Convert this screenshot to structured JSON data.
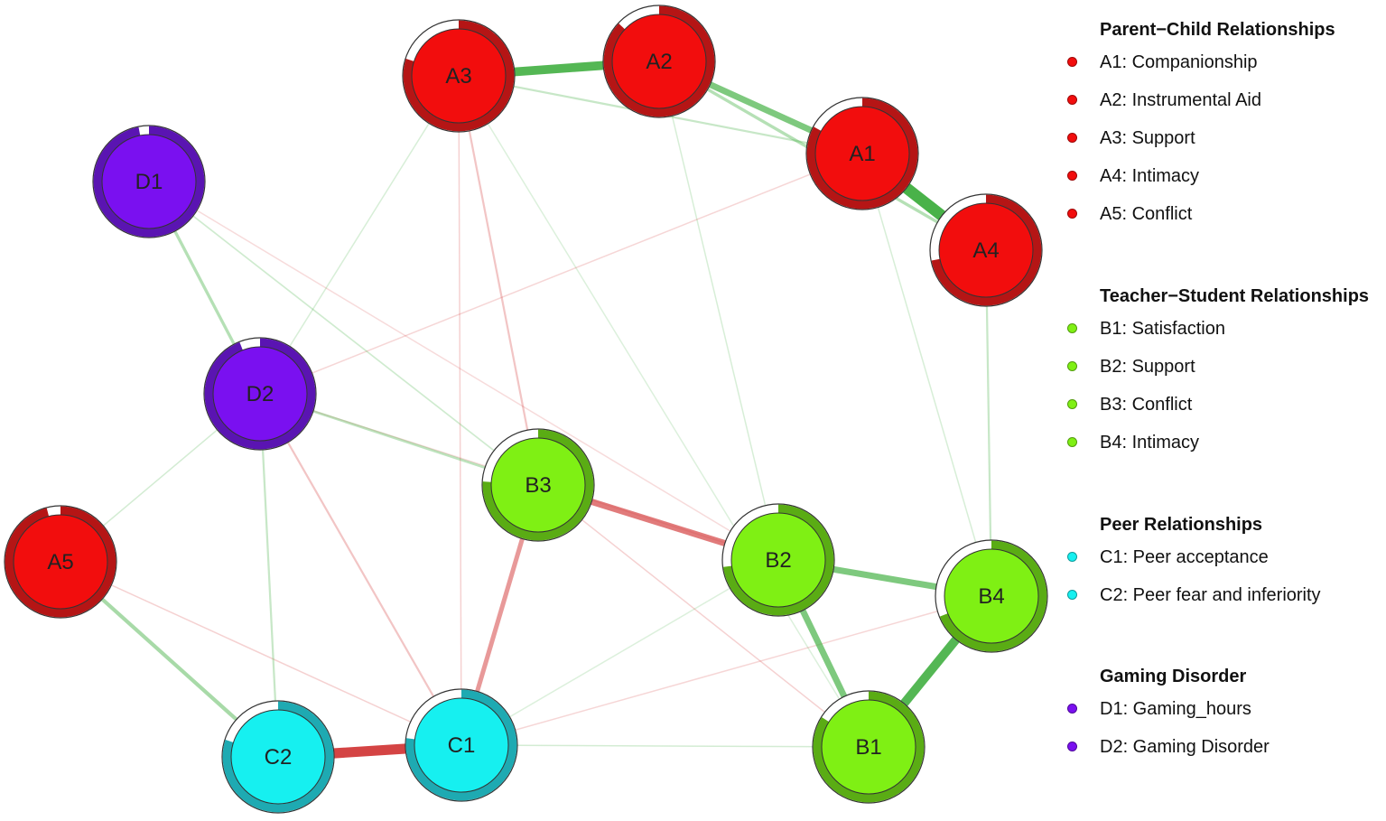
{
  "nodes": [
    {
      "id": "A1",
      "label": "A1",
      "group": "parent_child",
      "predictability": 0.83
    },
    {
      "id": "A2",
      "label": "A2",
      "group": "parent_child",
      "predictability": 0.87
    },
    {
      "id": "A3",
      "label": "A3",
      "group": "parent_child",
      "predictability": 0.8
    },
    {
      "id": "A4",
      "label": "A4",
      "group": "parent_child",
      "predictability": 0.72
    },
    {
      "id": "A5",
      "label": "A5",
      "group": "parent_child",
      "predictability": 0.96
    },
    {
      "id": "B1",
      "label": "B1",
      "group": "teacher_student",
      "predictability": 0.84
    },
    {
      "id": "B2",
      "label": "B2",
      "group": "teacher_student",
      "predictability": 0.73
    },
    {
      "id": "B3",
      "label": "B3",
      "group": "teacher_student",
      "predictability": 0.76
    },
    {
      "id": "B4",
      "label": "B4",
      "group": "teacher_student",
      "predictability": 0.69
    },
    {
      "id": "C1",
      "label": "C1",
      "group": "peer",
      "predictability": 0.77
    },
    {
      "id": "C2",
      "label": "C2",
      "group": "peer",
      "predictability": 0.8
    },
    {
      "id": "D1",
      "label": "D1",
      "group": "gaming",
      "predictability": 0.97
    },
    {
      "id": "D2",
      "label": "D2",
      "group": "gaming",
      "predictability": 0.94
    }
  ],
  "edges": [
    {
      "from": "A1",
      "to": "A4",
      "sign": "positive",
      "weight": 0.45
    },
    {
      "from": "A2",
      "to": "A3",
      "sign": "positive",
      "weight": 0.35
    },
    {
      "from": "A1",
      "to": "A2",
      "sign": "positive",
      "weight": 0.25
    },
    {
      "from": "A2",
      "to": "A4",
      "sign": "positive",
      "weight": 0.12
    },
    {
      "from": "A1",
      "to": "A3",
      "sign": "positive",
      "weight": 0.08
    },
    {
      "from": "B1",
      "to": "B4",
      "sign": "positive",
      "weight": 0.35
    },
    {
      "from": "B2",
      "to": "B4",
      "sign": "positive",
      "weight": 0.25
    },
    {
      "from": "B1",
      "to": "B2",
      "sign": "positive",
      "weight": 0.25
    },
    {
      "from": "B2",
      "to": "B3",
      "sign": "negative",
      "weight": 0.25
    },
    {
      "from": "B3",
      "to": "C1",
      "sign": "negative",
      "weight": 0.18
    },
    {
      "from": "C1",
      "to": "C2",
      "sign": "negative",
      "weight": 0.4
    },
    {
      "from": "A5",
      "to": "C2",
      "sign": "positive",
      "weight": 0.15
    },
    {
      "from": "D1",
      "to": "D2",
      "sign": "positive",
      "weight": 0.12
    },
    {
      "from": "D2",
      "to": "B3",
      "sign": "positive",
      "weight": 0.1
    },
    {
      "from": "D2",
      "to": "C2",
      "sign": "positive",
      "weight": 0.08
    },
    {
      "from": "D2",
      "to": "C1",
      "sign": "negative",
      "weight": 0.08
    },
    {
      "from": "D2",
      "to": "A5",
      "sign": "positive",
      "weight": 0.05
    },
    {
      "from": "D1",
      "to": "B3",
      "sign": "positive",
      "weight": 0.06
    },
    {
      "from": "D1",
      "to": "B2",
      "sign": "negative",
      "weight": 0.03
    },
    {
      "from": "A3",
      "to": "B3",
      "sign": "negative",
      "weight": 0.08
    },
    {
      "from": "A3",
      "to": "C1",
      "sign": "negative",
      "weight": 0.05
    },
    {
      "from": "A3",
      "to": "D2",
      "sign": "positive",
      "weight": 0.04
    },
    {
      "from": "A3",
      "to": "B1",
      "sign": "positive",
      "weight": 0.03
    },
    {
      "from": "A2",
      "to": "B2",
      "sign": "positive",
      "weight": 0.04
    },
    {
      "from": "A1",
      "to": "D2",
      "sign": "negative",
      "weight": 0.04
    },
    {
      "from": "A1",
      "to": "B4",
      "sign": "positive",
      "weight": 0.04
    },
    {
      "from": "A4",
      "to": "B4",
      "sign": "positive",
      "weight": 0.08
    },
    {
      "from": "B3",
      "to": "B1",
      "sign": "negative",
      "weight": 0.05
    },
    {
      "from": "A5",
      "to": "C1",
      "sign": "negative",
      "weight": 0.05
    },
    {
      "from": "C1",
      "to": "B1",
      "sign": "positive",
      "weight": 0.05
    },
    {
      "from": "C1",
      "to": "B4",
      "sign": "negative",
      "weight": 0.04
    },
    {
      "from": "C1",
      "to": "B2",
      "sign": "positive",
      "weight": 0.03
    },
    {
      "from": "D2",
      "to": "B2",
      "sign": "negative",
      "weight": 0.03
    }
  ],
  "legend": {
    "groups": [
      {
        "key": "parent_child",
        "title": "Parent−Child Relationships",
        "items": [
          "A1: Companionship",
          "A2: Instrumental Aid",
          "A3: Support",
          "A4: Intimacy",
          "A5: Conflict"
        ]
      },
      {
        "key": "teacher_student",
        "title": "Teacher−Student Relationships",
        "items": [
          "B1: Satisfaction",
          "B2: Support",
          "B3: Conflict",
          "B4: Intimacy"
        ]
      },
      {
        "key": "peer",
        "title": "Peer Relationships",
        "items": [
          "C1: Peer acceptance",
          "C2: Peer fear and inferiority"
        ]
      },
      {
        "key": "gaming",
        "title": "Gaming Disorder",
        "items": [
          "D1: Gaming_hours",
          "D2: Gaming Disorder"
        ]
      }
    ]
  },
  "colors": {
    "parent_child": {
      "fill": "#f20d0d",
      "ring": "#b51515"
    },
    "teacher_student": {
      "fill": "#7ff014",
      "ring": "#5aac14"
    },
    "peer": {
      "fill": "#16f0f0",
      "ring": "#1eaab2"
    },
    "gaming": {
      "fill": "#7a10f0",
      "ring": "#5a14b2"
    },
    "edge_positive": "#3fae3f",
    "edge_negative": "#d23a3a"
  }
}
